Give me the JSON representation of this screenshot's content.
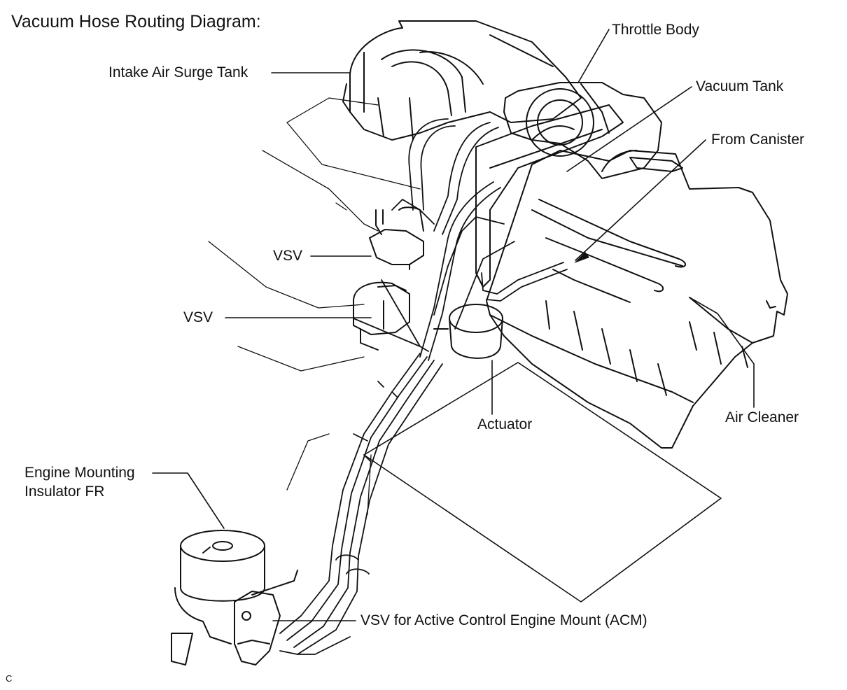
{
  "diagram": {
    "title": "Vacuum Hose Routing Diagram:",
    "corner_mark": "C",
    "labels": {
      "intake_air_surge_tank": "Intake Air Surge Tank",
      "throttle_body": "Throttle Body",
      "vacuum_tank": "Vacuum Tank",
      "from_canister": "From Canister",
      "vsv_upper": "VSV",
      "vsv_lower": "VSV",
      "actuator": "Actuator",
      "air_cleaner": "Air Cleaner",
      "engine_mounting_insulator_fr_line1": "Engine Mounting",
      "engine_mounting_insulator_fr_line2": "Insulator FR",
      "vsv_acm": "VSV for Active Control Engine Mount (ACM)"
    }
  }
}
